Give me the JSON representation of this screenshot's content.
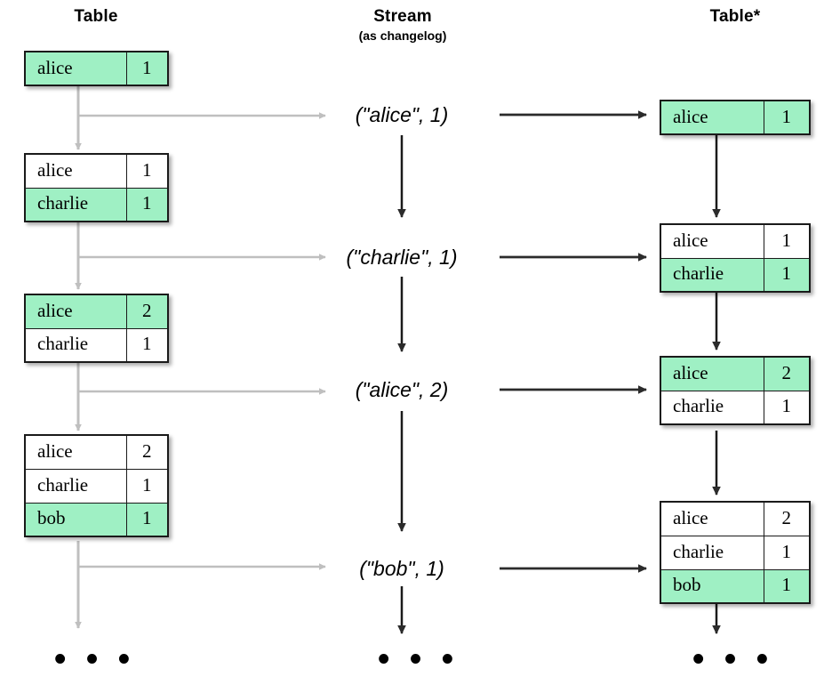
{
  "columns": {
    "left": {
      "title": "Table",
      "subtitle": ""
    },
    "middle": {
      "title": "Stream",
      "subtitle": "(as changelog)"
    },
    "right": {
      "title": "Table*",
      "subtitle": ""
    }
  },
  "colors": {
    "highlight_green": "#9FF0C4",
    "table_border": "#1A1A1A",
    "gray_arrow": "#BFBFBF",
    "black_arrow": "#333333",
    "background": "#FFFFFF"
  },
  "ellipsis_label": "• • •",
  "left_tables": [
    {
      "rows": [
        {
          "key": "alice",
          "value": "1",
          "highlighted": true
        }
      ]
    },
    {
      "rows": [
        {
          "key": "alice",
          "value": "1",
          "highlighted": false
        },
        {
          "key": "charlie",
          "value": "1",
          "highlighted": true
        }
      ]
    },
    {
      "rows": [
        {
          "key": "alice",
          "value": "2",
          "highlighted": true
        },
        {
          "key": "charlie",
          "value": "1",
          "highlighted": false
        }
      ]
    },
    {
      "rows": [
        {
          "key": "alice",
          "value": "2",
          "highlighted": false
        },
        {
          "key": "charlie",
          "value": "1",
          "highlighted": false
        },
        {
          "key": "bob",
          "value": "1",
          "highlighted": true
        }
      ]
    }
  ],
  "stream_records": [
    {
      "label": "(\"alice\", 1)"
    },
    {
      "label": "(\"charlie\", 1)"
    },
    {
      "label": "(\"alice\", 2)"
    },
    {
      "label": "(\"bob\", 1)"
    }
  ],
  "right_tables": [
    {
      "rows": [
        {
          "key": "alice",
          "value": "1",
          "highlighted": true
        }
      ]
    },
    {
      "rows": [
        {
          "key": "alice",
          "value": "1",
          "highlighted": false
        },
        {
          "key": "charlie",
          "value": "1",
          "highlighted": true
        }
      ]
    },
    {
      "rows": [
        {
          "key": "alice",
          "value": "2",
          "highlighted": true
        },
        {
          "key": "charlie",
          "value": "1",
          "highlighted": false
        }
      ]
    },
    {
      "rows": [
        {
          "key": "alice",
          "value": "2",
          "highlighted": false
        },
        {
          "key": "charlie",
          "value": "1",
          "highlighted": false
        },
        {
          "key": "bob",
          "value": "1",
          "highlighted": true
        }
      ]
    }
  ]
}
